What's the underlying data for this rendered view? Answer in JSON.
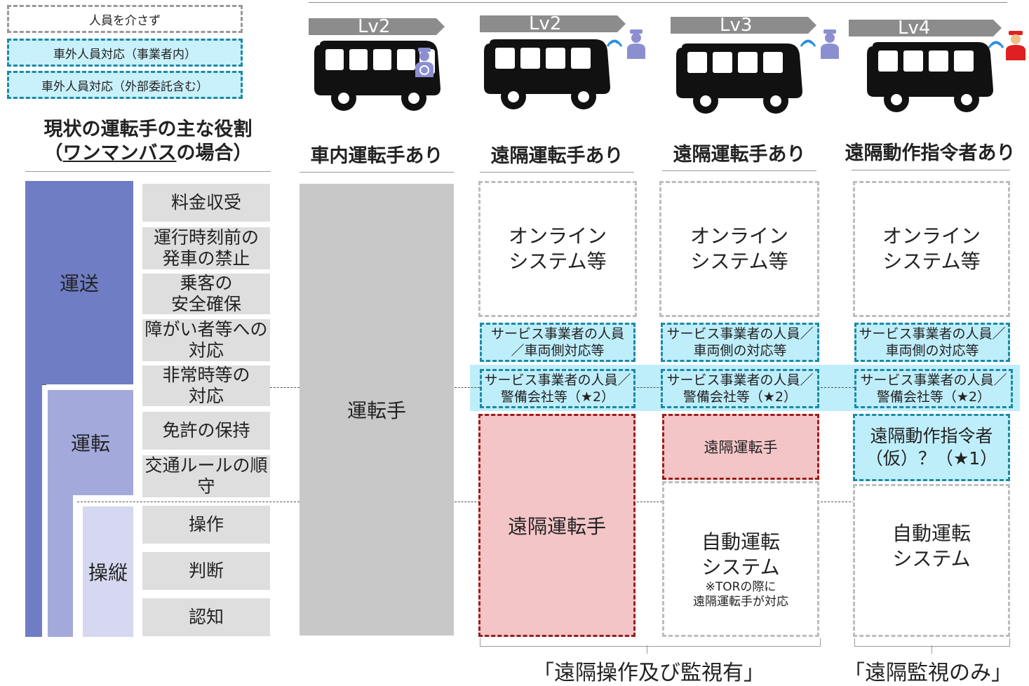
{
  "legend": {
    "none": "人員を介さず",
    "operator": "車外人員対応（事業者内）",
    "outsourced": "車外人員対応（外部委託含む）"
  },
  "left_title": {
    "line1": "現状の運転手の主な役割",
    "line2_open": "（",
    "line2_underlined": "ワンマンバス",
    "line2_rest": "の場合）"
  },
  "categories": {
    "transport": "運送",
    "driving": "運転",
    "steering": "操縦"
  },
  "roles": [
    "料金収受",
    "運行時刻前の\n発車の禁止",
    "乗客の\n安全確保",
    "障がい者等への\n対応",
    "非常時等の\n対応",
    "免許の保持",
    "交通ルールの順\n守",
    "操作",
    "判断",
    "認知"
  ],
  "columns": [
    {
      "level": "Lv2",
      "heading": "車内運転手あり",
      "operator_icon": "driver-icon",
      "driver_block": "運転手"
    },
    {
      "level": "Lv2",
      "heading": "遠隔運転手あり",
      "operator_icon": "remote-driver-icon",
      "system_block": "オンライン\nシステム等",
      "service_block": "サービス事業者の人員\n／車両側対応等",
      "security_block": "サービス事業者の人員／\n警備会社等（★2）",
      "remote_block": "遠隔運転手"
    },
    {
      "level": "Lv3",
      "heading": "遠隔運転手あり",
      "operator_icon": "remote-driver-icon",
      "system_block": "オンライン\nシステム等",
      "service_block": "サービス事業者の人員／\n車両側の対応等",
      "security_block": "サービス事業者の人員／\n警備会社等（★2）",
      "remote_block": "遠隔運転手",
      "auto_block": "自動運転\nシステム",
      "auto_note": "※TORの際に\n遠隔運転手が対応"
    },
    {
      "level": "Lv4",
      "heading": "遠隔動作指令者あり",
      "operator_icon": "remote-commander-icon",
      "system_block": "オンライン\nシステム等",
      "service_block": "サービス事業者の人員／\n車両側の対応等",
      "security_block": "サービス事業者の人員／\n警備会社等（★2）",
      "commander_block": "遠隔動作指令者\n（仮）？（★1）",
      "auto_block": "自動運転\nシステム"
    }
  ],
  "bottom_labels": {
    "remote_ops": "「遠隔操作及び監視有」",
    "remote_monitor": "「遠隔監視のみ」"
  },
  "colors": {
    "category_dark": "#6f7dc4",
    "category_mid": "#a3aadb",
    "category_light": "#d5d8f0",
    "cyan_band": "#bfeefb",
    "cyan_border": "#1a8aa6",
    "red_fill": "#f4c5c7",
    "red_border": "#9b1c1c",
    "gray": "#c8c8c8"
  }
}
